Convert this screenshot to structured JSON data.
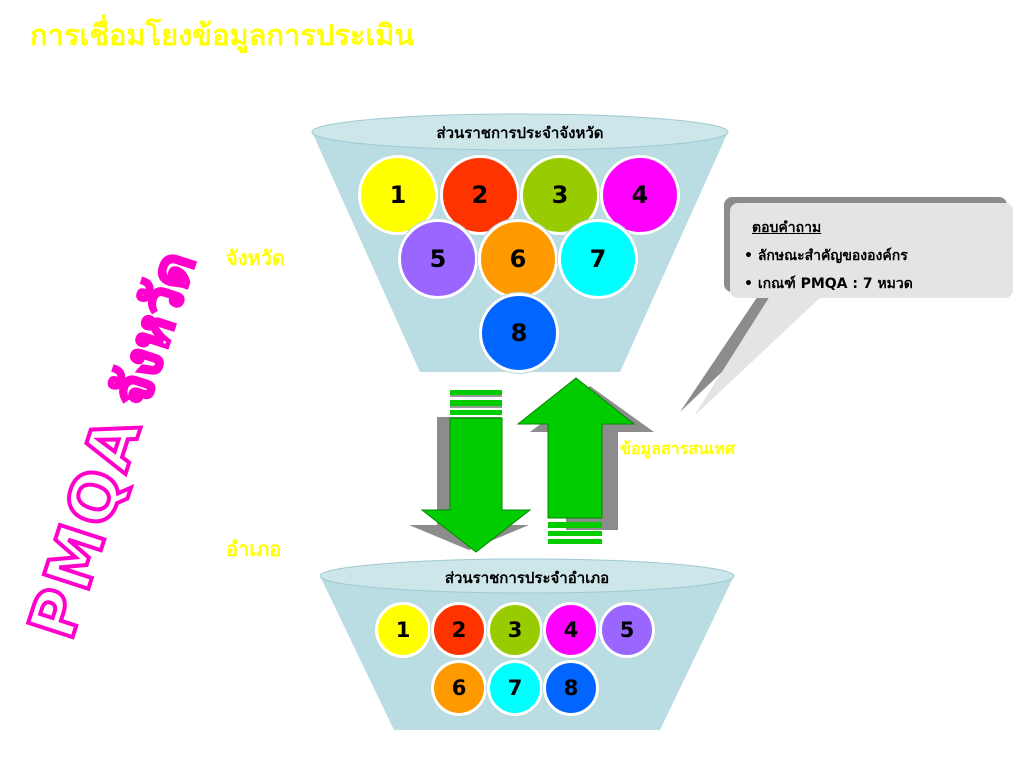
{
  "title": "การเชื่อมโยงข้อมูลการประเมิน",
  "labels": {
    "province": "จังหวัด",
    "district": "อำเภอ",
    "information": "ข้อมูลสารสนเทศ"
  },
  "vertical_text": {
    "pmqa": "PMQA",
    "province": "จังหวัด"
  },
  "funnels": {
    "provincial": {
      "title": "ส่วนราชการประจำจังหวัด",
      "numbers": [
        "1",
        "2",
        "3",
        "4",
        "5",
        "6",
        "7",
        "8"
      ]
    },
    "district": {
      "title": "ส่วนราชการประจำอำเภอ",
      "numbers": [
        "1",
        "2",
        "3",
        "4",
        "5",
        "6",
        "7",
        "8"
      ]
    }
  },
  "callout": {
    "title": "ตอบคำถาม",
    "items": [
      "• ลักษณะสำคัญขององค์กร",
      "• เกณฑ์ PMQA : 7 หมวด"
    ]
  },
  "colors": {
    "category_1": "#ffff00",
    "category_2": "#ff3300",
    "category_3": "#99cc00",
    "category_4": "#ff00ff",
    "category_5": "#9966ff",
    "category_6": "#ff9900",
    "category_7": "#00ffff",
    "category_8": "#0066ff",
    "funnel": "#b9dde3",
    "arrow": "#00cc00",
    "highlight_text": "#ffff00",
    "vertical_text_outline": "#ff00cc"
  }
}
